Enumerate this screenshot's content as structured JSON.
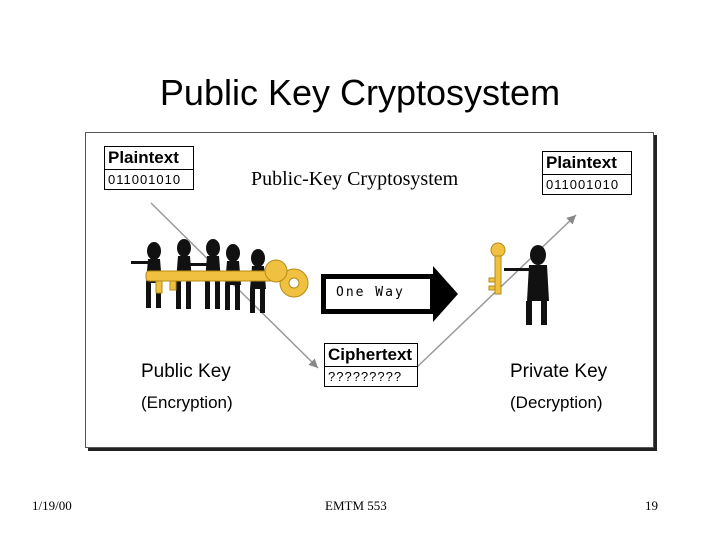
{
  "slide": {
    "title": "Public Key Cryptosystem",
    "footer_date": "1/19/00",
    "footer_course": "EMTM 553",
    "footer_page": "19"
  },
  "diagram": {
    "center_title": "Public-Key Cryptosystem",
    "plaintext_left": {
      "label": "Plaintext",
      "value": "011001010"
    },
    "plaintext_right": {
      "label": "Plaintext",
      "value": "011001010"
    },
    "ciphertext": {
      "label": "Ciphertext",
      "value": "?????????"
    },
    "one_way_label": "One Way",
    "public_key": {
      "label": "Public Key",
      "sub": "(Encryption)"
    },
    "private_key": {
      "label": "Private Key",
      "sub": "(Decryption)"
    },
    "key_color": "#f0c040"
  }
}
